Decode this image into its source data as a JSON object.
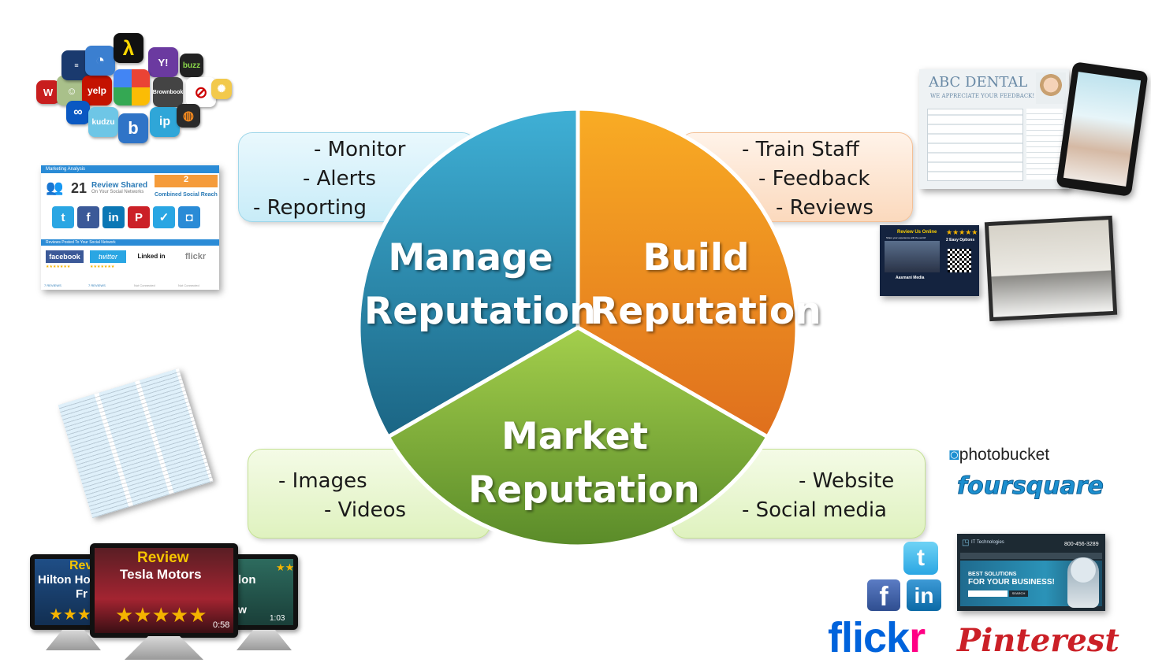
{
  "wheel": {
    "segments": [
      {
        "name": "manage",
        "line1": "Manage",
        "line2": "Reputation",
        "color": "#2b86a9"
      },
      {
        "name": "build",
        "line1": "Build",
        "line2": "Reputation",
        "color": "#f29a1f"
      },
      {
        "name": "market",
        "line1": "Market",
        "line2": "Reputation",
        "color": "#7aab33"
      }
    ]
  },
  "callouts": {
    "manage": [
      "- Monitor",
      "- Alerts",
      "- Reporting"
    ],
    "build": [
      "- Train Staff",
      "- Feedback",
      "- Reviews"
    ],
    "market_left": [
      "- Images",
      "- Videos"
    ],
    "market_right": [
      "- Website",
      "- Social media"
    ]
  },
  "review_sites": {
    "tiles": [
      "W",
      "yelp",
      "Y!",
      "buzz",
      "ip",
      "kudzu",
      "b",
      "Brownbook"
    ]
  },
  "analysis_card": {
    "header": "Marketing Analysis",
    "count": "21",
    "count_label": "Review Shared",
    "count_sub": "On Your Social Networks",
    "reach": "2",
    "reach_label": "Combined Social Reach",
    "section": "Reviews Posted To Your Social Network",
    "networks": [
      "facebook",
      "twitter",
      "Linked in",
      "flickr"
    ],
    "network_status": [
      "7 REVIEWS",
      "7 REVIEWS",
      "Not Connected",
      "Not Connected"
    ]
  },
  "dental": {
    "title": "ABC DENTAL",
    "subtitle": "WE APPRECIATE YOUR FEEDBACK!"
  },
  "flyer": {
    "title": "Review Us Online",
    "subtitle": "Share your experience with the world!",
    "options": "2 Easy Options",
    "company": "Aasmani Media"
  },
  "videos": {
    "left_title": "Hilton Ho",
    "left_sub": "Fr",
    "left_badge": "Rev",
    "center_badge": "Review",
    "center_title": "Tesla Motors",
    "center_time": "0:58",
    "right_title": "lon",
    "right_time": "1:03"
  },
  "brands": {
    "photobucket": "photobucket",
    "foursquare": "foursquare",
    "flickr_a": "flick",
    "flickr_b": "r",
    "pinterest": "Pinterest",
    "facebook": "f",
    "linkedin": "in",
    "twitter": "t"
  },
  "website": {
    "brand": "IT Technologies",
    "phone": "800-456-3289",
    "headline1": "BEST SOLUTIONS",
    "headline2": "FOR YOUR BUSINESS!",
    "search_btn": "SEARCH"
  }
}
